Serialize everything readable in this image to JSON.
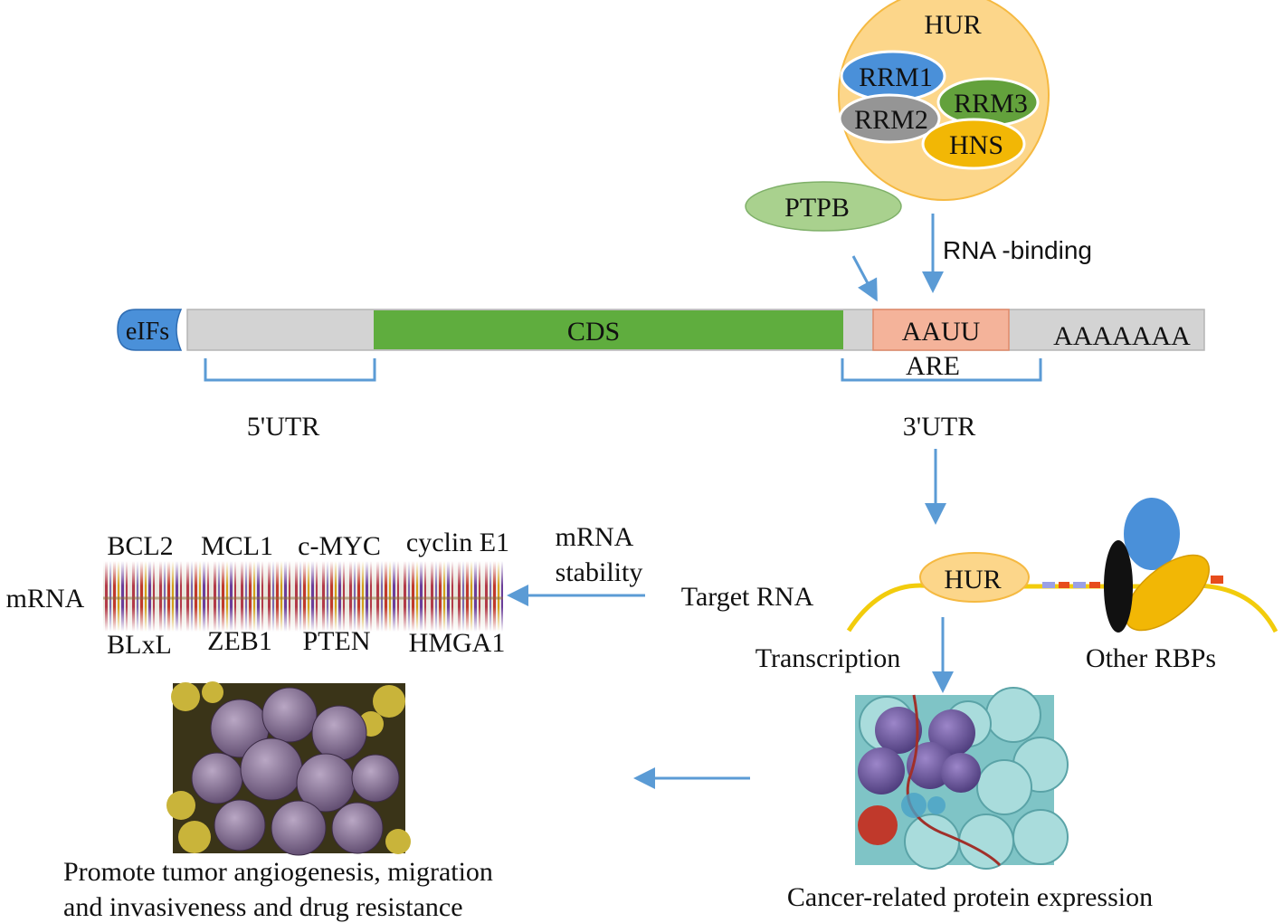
{
  "hur_protein": {
    "title": "HUR",
    "domains": [
      "RRM1",
      "RRM2",
      "RRM3",
      "HNS"
    ]
  },
  "ptpb": {
    "label": "PTPB"
  },
  "rna_binding": {
    "label": "RNA -binding"
  },
  "mrna_strand": {
    "eifs": "eIFs",
    "cds": "CDS",
    "aauu": "AAUU",
    "polya": "AAAAAAA",
    "are": "ARE",
    "utr5": "5'UTR",
    "utr3": "3'UTR"
  },
  "targets": {
    "top_genes": [
      "BCL2",
      "MCL1",
      "c-MYC",
      "cyclin E1"
    ],
    "bottom_genes": [
      "BLxL",
      "ZEB1",
      "PTEN",
      "HMGA1"
    ],
    "mrna_label": "mRNA",
    "stability_label": [
      "mRNA",
      "stability"
    ]
  },
  "target_rna": {
    "label": "Target RNA",
    "hur_label": "HUR",
    "transcription": "Transcription",
    "other_rbps": "Other RBPs"
  },
  "outcomes": {
    "protein_expression": "Cancer-related protein expression",
    "tumor_effects": [
      "Promote tumor angiogenesis, migration",
      "and invasiveness and drug resistance"
    ]
  },
  "colors": {
    "hur_fill": "#fcd68a",
    "rrm1": "#4a90d9",
    "rrm2": "#959595",
    "rrm3": "#63a13c",
    "hns": "#f2b705",
    "ptpb": "#a9d18e",
    "cds": "#5fad3e",
    "aauu": "#f4b39a",
    "arrow": "#5b9bd5"
  }
}
